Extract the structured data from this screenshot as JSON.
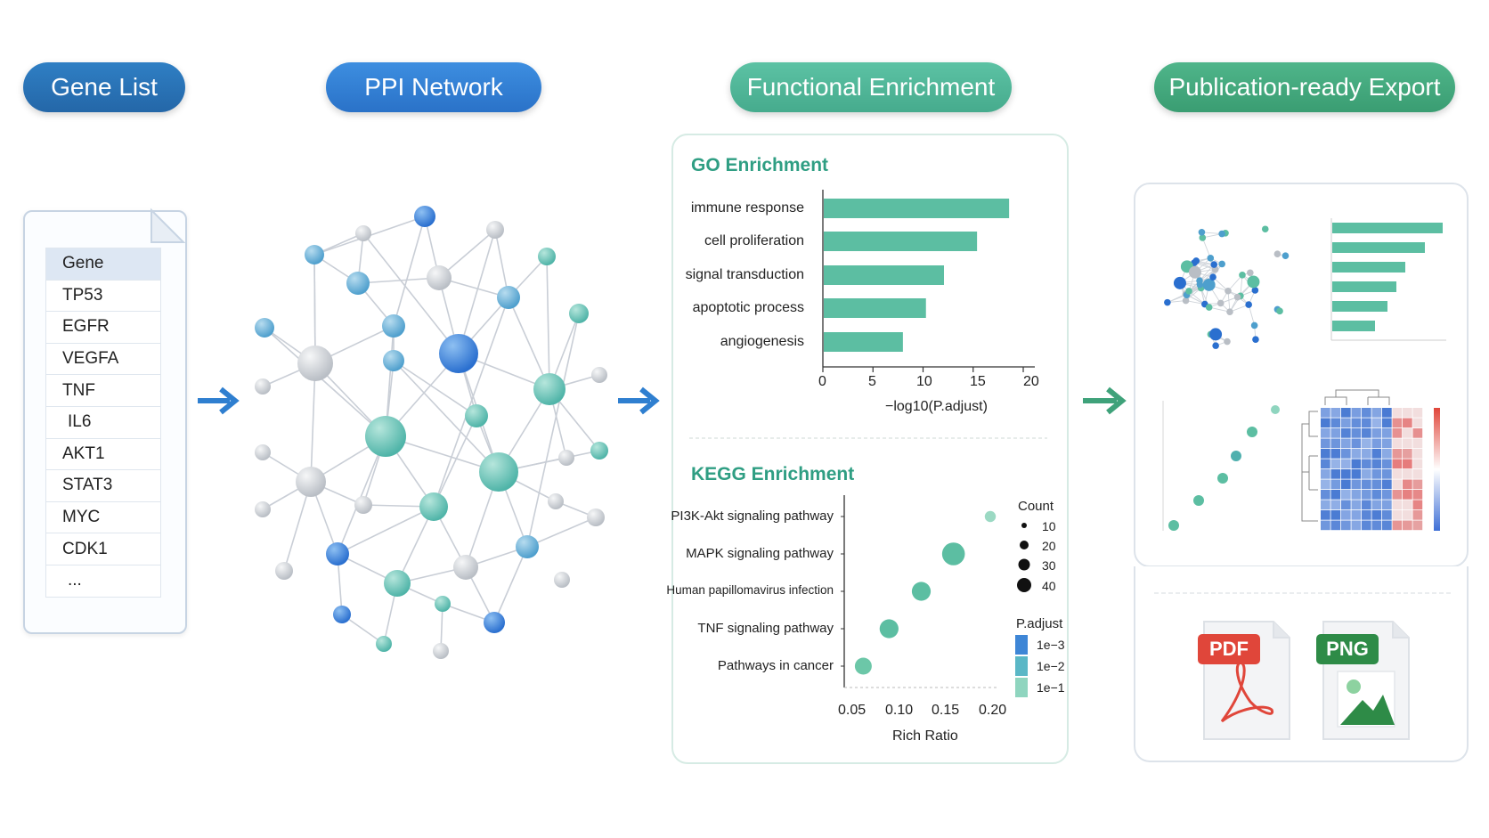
{
  "steps": [
    {
      "label": "Gene List"
    },
    {
      "label": "PPI Network"
    },
    {
      "label": "Functional Enrichment"
    },
    {
      "label": "Publication-ready Export"
    }
  ],
  "gene_list": {
    "header": "Gene",
    "genes": [
      "TP53",
      "EGFR",
      "VEGFA",
      "TNF",
      "IL6",
      "AKT1",
      "STAT3",
      "MYC",
      "CDK1",
      "..."
    ]
  },
  "chart_data": [
    {
      "type": "bar",
      "title": "GO Enrichment",
      "categories": [
        "immune response",
        "cell proliferation",
        "signal transduction",
        "apoptotic process",
        "angiogenesis"
      ],
      "values": [
        18.5,
        15.3,
        12,
        10.2,
        7.9
      ],
      "xlabel": "−log10(P.adjust)",
      "xticks": [
        "0",
        "5",
        "10",
        "15",
        "20"
      ],
      "xlim": [
        0,
        20
      ],
      "orientation": "horizontal"
    },
    {
      "type": "scatter",
      "title": "KEGG Enrichment",
      "categories": [
        "PI3K-Akt signaling pathway",
        "MAPK signaling pathway",
        "Human papillomavirus infection",
        "TNF signaling pathway",
        "Pathways in cancer"
      ],
      "x": [
        0.2,
        0.16,
        0.125,
        0.09,
        0.062
      ],
      "count": [
        10,
        40,
        30,
        30,
        25
      ],
      "xlabel": "Rich Ratio",
      "xticks": [
        "0.05",
        "0.10",
        "0.15",
        "0.20"
      ],
      "xlim": [
        0.05,
        0.2
      ],
      "legend": {
        "size_title": "Count",
        "size_values": [
          "10",
          "20",
          "30",
          "40"
        ],
        "color_title": "P.adjust",
        "color_values": [
          "1e−3",
          "1e−2",
          "1e−1"
        ]
      }
    }
  ],
  "export": {
    "formats": [
      "PDF",
      "PNG"
    ]
  },
  "colors": {
    "blue": "#2a72c8",
    "teal": "#4fb896",
    "green": "#3a9d72",
    "pdf_red": "#e0463a",
    "png_green": "#2e8b47"
  }
}
